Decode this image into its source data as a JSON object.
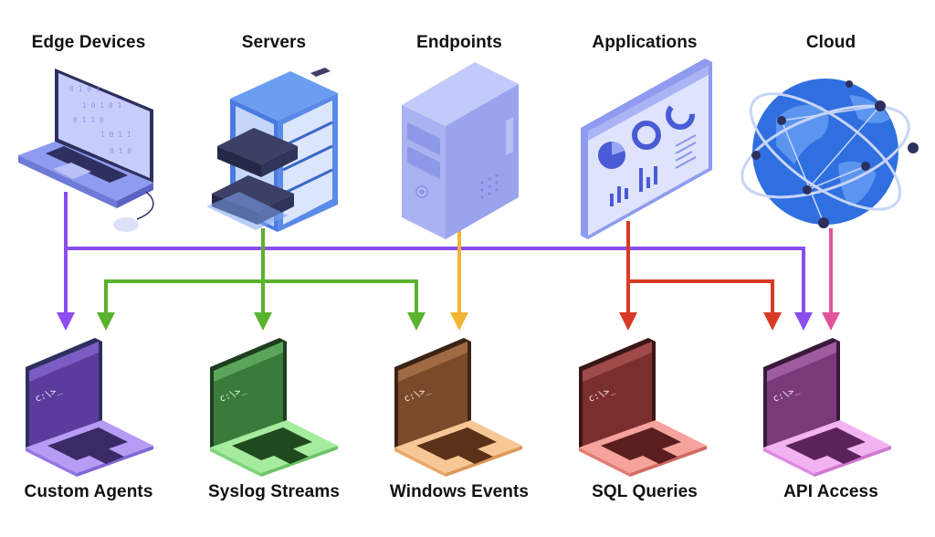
{
  "sources": [
    {
      "id": "edge",
      "label": "Edge Devices",
      "icon": "laptop-icon"
    },
    {
      "id": "servers",
      "label": "Servers",
      "icon": "server-rack-icon"
    },
    {
      "id": "endpoints",
      "label": "Endpoints",
      "icon": "desktop-tower-icon"
    },
    {
      "id": "apps",
      "label": "Applications",
      "icon": "dashboard-screen-icon"
    },
    {
      "id": "cloud",
      "label": "Cloud",
      "icon": "globe-network-icon"
    }
  ],
  "destinations": [
    {
      "id": "agents",
      "label": "Custom Agents",
      "prompt": "c:\\>_",
      "color": "#a98ef0"
    },
    {
      "id": "syslog",
      "label": "Syslog Streams",
      "prompt": "c:\\>_",
      "color": "#8fe08c"
    },
    {
      "id": "winevents",
      "label": "Windows Events",
      "prompt": "c:\\>_",
      "color": "#f5c08a"
    },
    {
      "id": "sql",
      "label": "SQL Queries",
      "prompt": "c:\\>_",
      "color": "#f0908a"
    },
    {
      "id": "api",
      "label": "API Access",
      "prompt": "c:\\>_",
      "color": "#f0a0f0"
    }
  ],
  "connection_colors": {
    "edge": "#8b4cf0",
    "servers": "#5ab22e",
    "endpoints": "#f2b533",
    "apps": "#d93a26",
    "cloud": "#e0559a"
  },
  "connections": [
    {
      "from": "Edge Devices",
      "to": "Custom Agents"
    },
    {
      "from": "Edge Devices",
      "to": "API Access"
    },
    {
      "from": "Servers",
      "to": "Custom Agents"
    },
    {
      "from": "Servers",
      "to": "Syslog Streams"
    },
    {
      "from": "Servers",
      "to": "Windows Events"
    },
    {
      "from": "Endpoints",
      "to": "Windows Events"
    },
    {
      "from": "Applications",
      "to": "SQL Queries"
    },
    {
      "from": "Applications",
      "to": "API Access"
    },
    {
      "from": "Cloud",
      "to": "API Access"
    }
  ]
}
